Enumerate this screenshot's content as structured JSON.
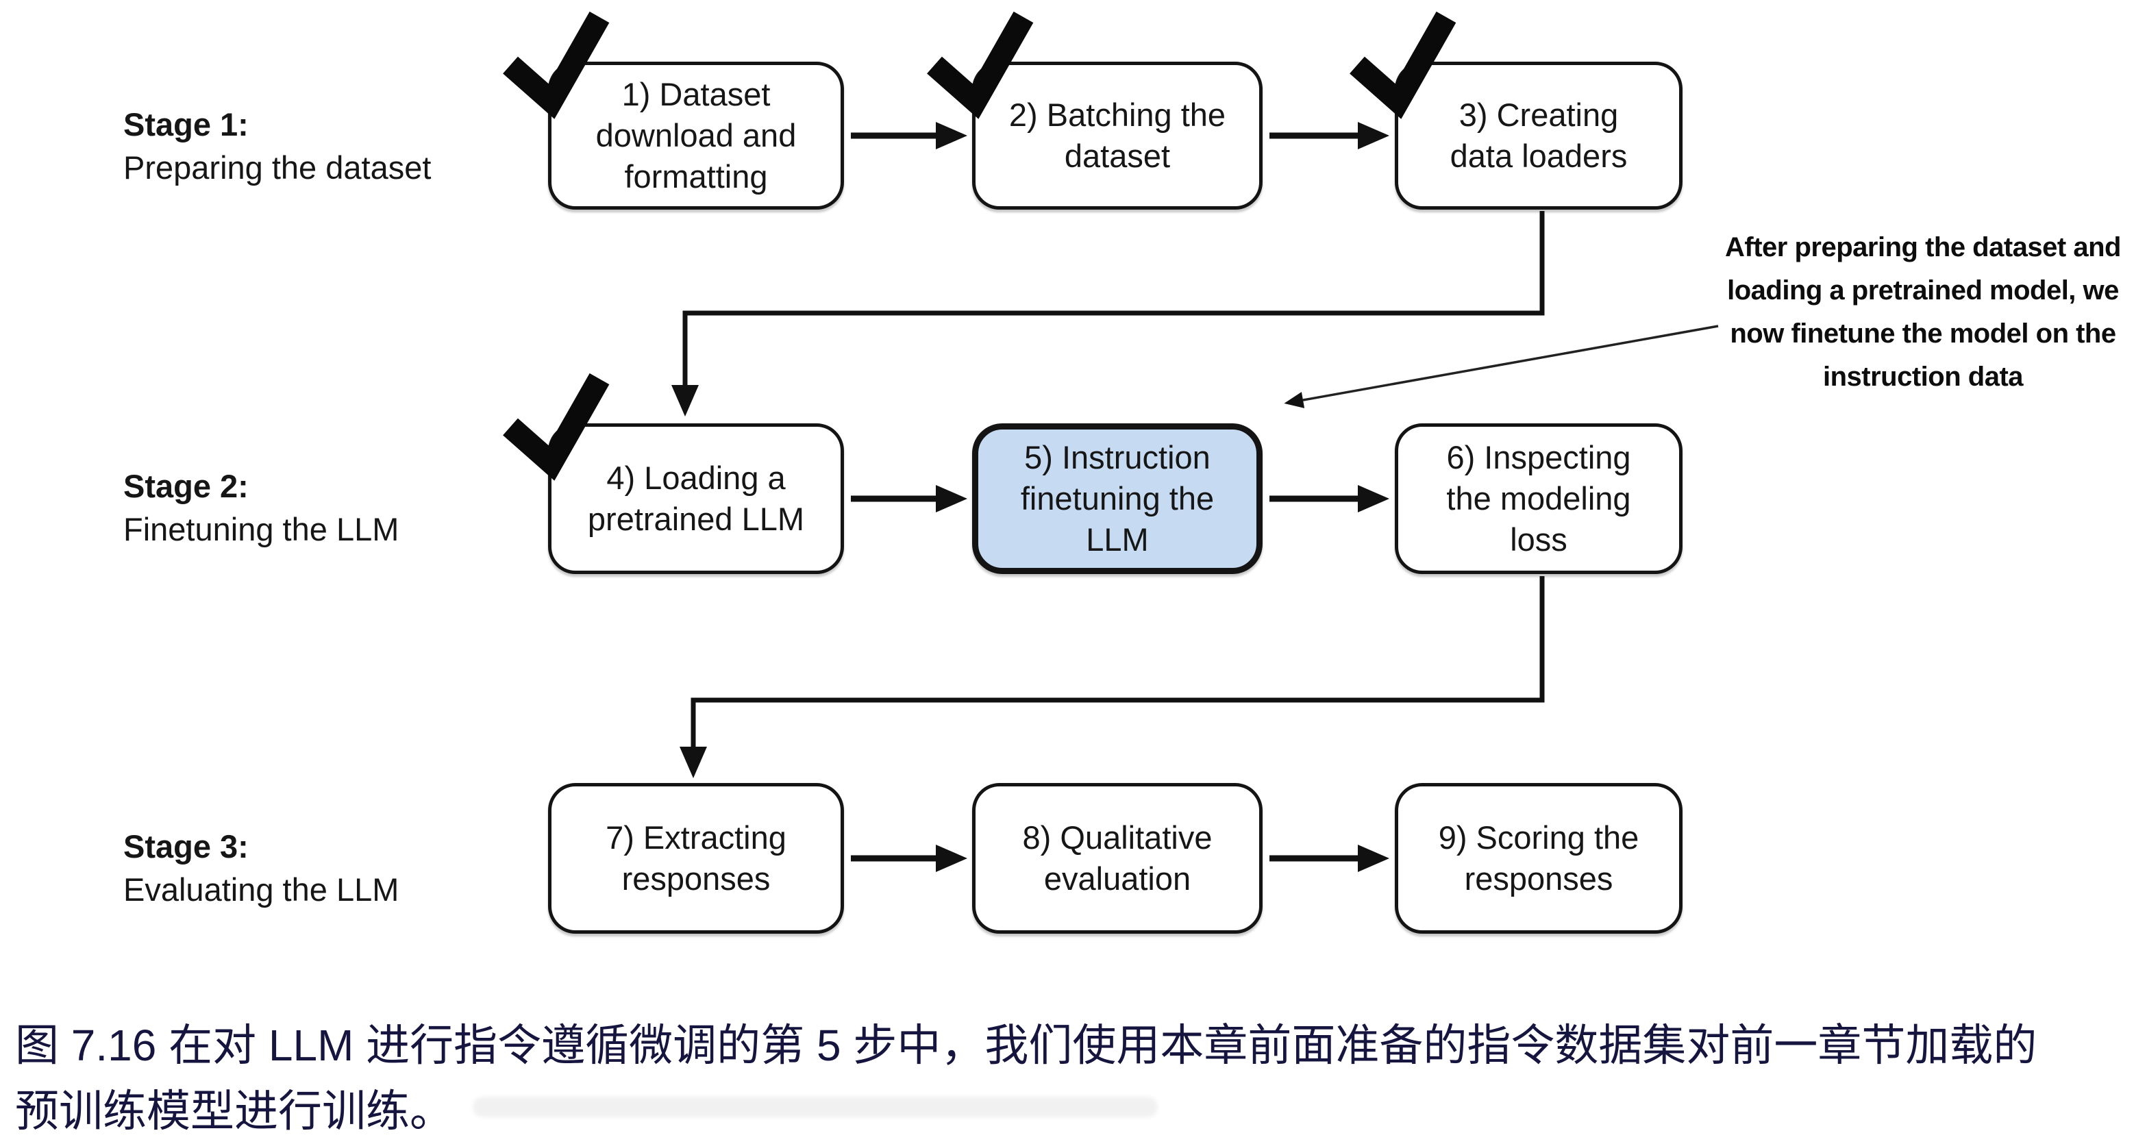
{
  "figure": {
    "stages": [
      {
        "title": "Stage 1:",
        "subtitle": "Preparing the dataset"
      },
      {
        "title": "Stage 2:",
        "subtitle": "Finetuning the LLM"
      },
      {
        "title": "Stage 3:",
        "subtitle": "Evaluating the LLM"
      }
    ],
    "boxes": [
      {
        "num": 1,
        "lines": [
          "1) Dataset",
          "download and",
          "formatting"
        ],
        "checked": true,
        "highlighted": false
      },
      {
        "num": 2,
        "lines": [
          "2) Batching the",
          "dataset"
        ],
        "checked": true,
        "highlighted": false
      },
      {
        "num": 3,
        "lines": [
          "3) Creating",
          "data loaders"
        ],
        "checked": true,
        "highlighted": false
      },
      {
        "num": 4,
        "lines": [
          "4) Loading a",
          "pretrained LLM"
        ],
        "checked": true,
        "highlighted": false
      },
      {
        "num": 5,
        "lines": [
          "5) Instruction",
          "finetuning the",
          "LLM"
        ],
        "checked": false,
        "highlighted": true
      },
      {
        "num": 6,
        "lines": [
          "6) Inspecting",
          "the modeling",
          "loss"
        ],
        "checked": false,
        "highlighted": false
      },
      {
        "num": 7,
        "lines": [
          "7) Extracting",
          "responses"
        ],
        "checked": false,
        "highlighted": false
      },
      {
        "num": 8,
        "lines": [
          "8) Qualitative",
          "evaluation"
        ],
        "checked": false,
        "highlighted": false
      },
      {
        "num": 9,
        "lines": [
          "9) Scoring the",
          "responses"
        ],
        "checked": false,
        "highlighted": false
      }
    ],
    "annotation": {
      "lines": [
        "After preparing the dataset and",
        "loading a pretrained model, we",
        "now finetune the model on the",
        "instruction data"
      ]
    },
    "colors": {
      "highlight_fill": "#c6dbf2",
      "box_border": "#141414",
      "checkmark": "#0a0a0a",
      "caption_text": "#15153f"
    }
  },
  "caption": {
    "line1": "图 7.16 在对 LLM 进行指令遵循微调的第 5 步中，我们使用本章前面准备的指令数据集对前一章节加载的",
    "line2": "预训练模型进行训练。"
  }
}
